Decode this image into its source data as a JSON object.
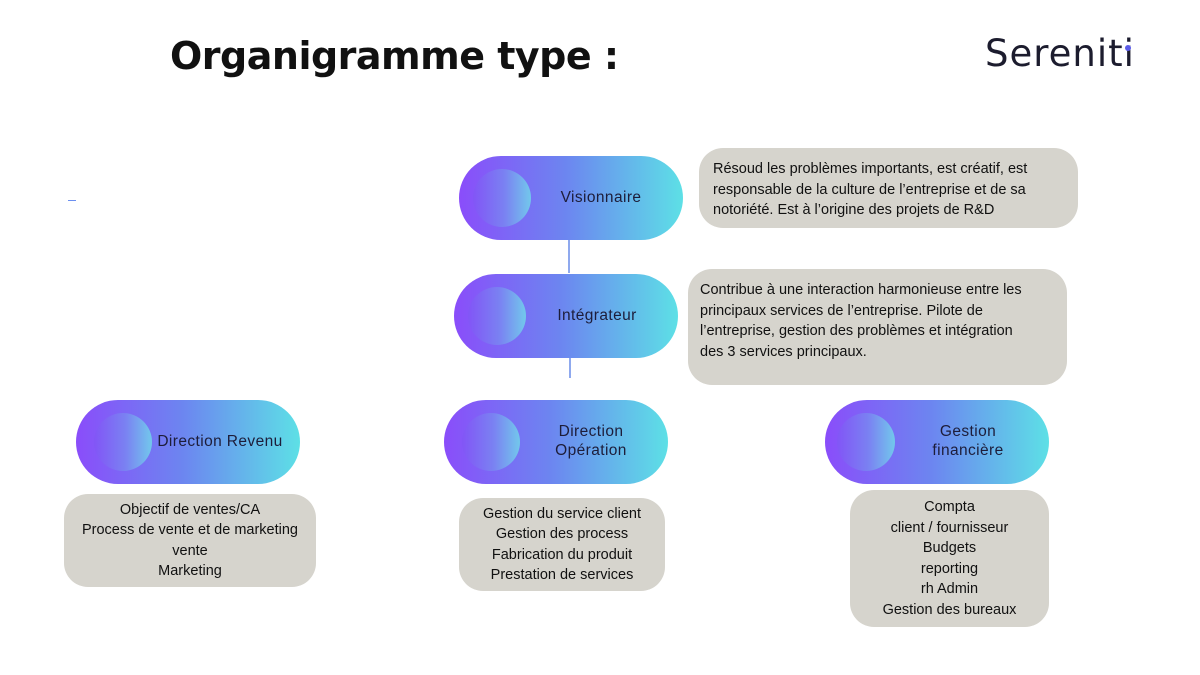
{
  "header": {
    "title": "Organigramme type :",
    "logo_text": "Sereniti"
  },
  "colors": {
    "pill_gradient_start": "#8a4dfa",
    "pill_gradient_end": "#5de0e6",
    "box_background": "#d6d4cd",
    "connector": "#8fa9ee",
    "logo_dot": "#5b5ce8"
  },
  "nodes": {
    "visionnaire": {
      "label": "Visionnaire",
      "description": [
        "Résoud les problèmes importants, est créatif, est",
        "responsable de la culture de l’entreprise et de sa",
        "notoriété. Est à l’origine des projets de R&D"
      ]
    },
    "integrateur": {
      "label": "Intégrateur",
      "description": [
        "Contribue à une interaction harmonieuse entre les",
        "principaux services de l’entreprise. Pilote de",
        "l’entreprise, gestion des problèmes et intégration",
        "des 3 services principaux."
      ]
    },
    "direction_revenu": {
      "label": "Direction Revenu",
      "items": [
        "Objectif de ventes/CA",
        "Process de vente et de marketing",
        "vente",
        "Marketing"
      ]
    },
    "direction_operation": {
      "label": "Direction\nOpération",
      "items": [
        "Gestion du service client",
        "Gestion des process",
        "Fabrication du produit",
        "Prestation de services"
      ]
    },
    "gestion_financiere": {
      "label": "Gestion\nfinancière",
      "items": [
        "Compta",
        "client / fournisseur",
        "Budgets",
        "reporting",
        "rh Admin",
        "Gestion des bureaux"
      ]
    }
  }
}
